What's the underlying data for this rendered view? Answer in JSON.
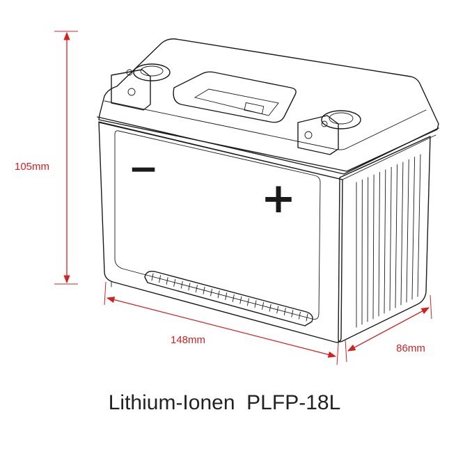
{
  "dimensions": {
    "height_label": "105mm",
    "length_label": "148mm",
    "depth_label": "86mm"
  },
  "terminals": {
    "negative_symbol": "−",
    "positive_symbol": "+"
  },
  "caption": "Lithium-Ionen  PLFP-18L",
  "colors": {
    "dimension_line": "#d42020",
    "outline": "#1a1a1a",
    "fill": "#ffffff"
  }
}
